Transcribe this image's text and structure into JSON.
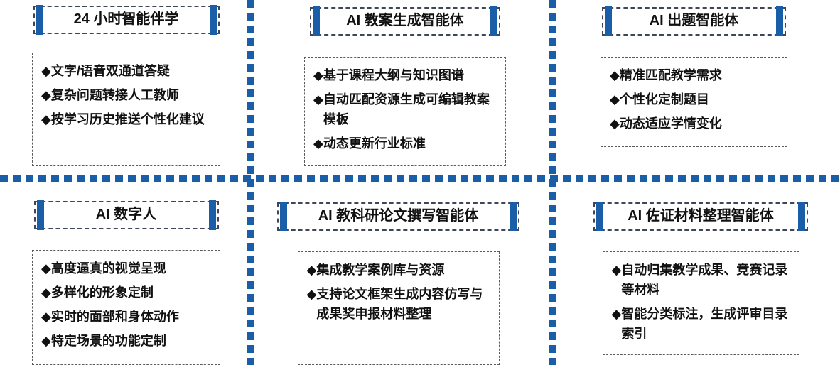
{
  "colors": {
    "accent": "#1b5ea8",
    "text": "#111111",
    "border": "#4a4a4a"
  },
  "bullet_glyph": "◆",
  "panels": [
    {
      "title": "24 小时智能伴学",
      "items": [
        "文字/语音双通道答疑",
        "复杂问题转接人工教师",
        "按学习历史推送个性化建议"
      ]
    },
    {
      "title": "AI 教案生成智能体",
      "items": [
        "基于课程大纲与知识图谱",
        "自动匹配资源生成可编辑教案模板",
        "动态更新行业标准"
      ]
    },
    {
      "title": "AI 出题智能体",
      "items": [
        "精准匹配教学需求",
        "个性化定制题目",
        "动态适应学情变化"
      ]
    },
    {
      "title": "AI 数字人",
      "items": [
        "高度逼真的视觉呈现",
        "多样化的形象定制",
        "实时的面部和身体动作",
        "特定场景的功能定制"
      ]
    },
    {
      "title": "AI 教科研论文撰写智能体",
      "items": [
        "集成教学案例库与资源",
        "支持论文框架生成内容仿写与成果奖申报材料整理"
      ]
    },
    {
      "title": "AI 佐证材料整理智能体",
      "items": [
        "自动归集教学成果、竞赛记录等材料",
        "智能分类标注，生成评审目录索引"
      ]
    }
  ]
}
